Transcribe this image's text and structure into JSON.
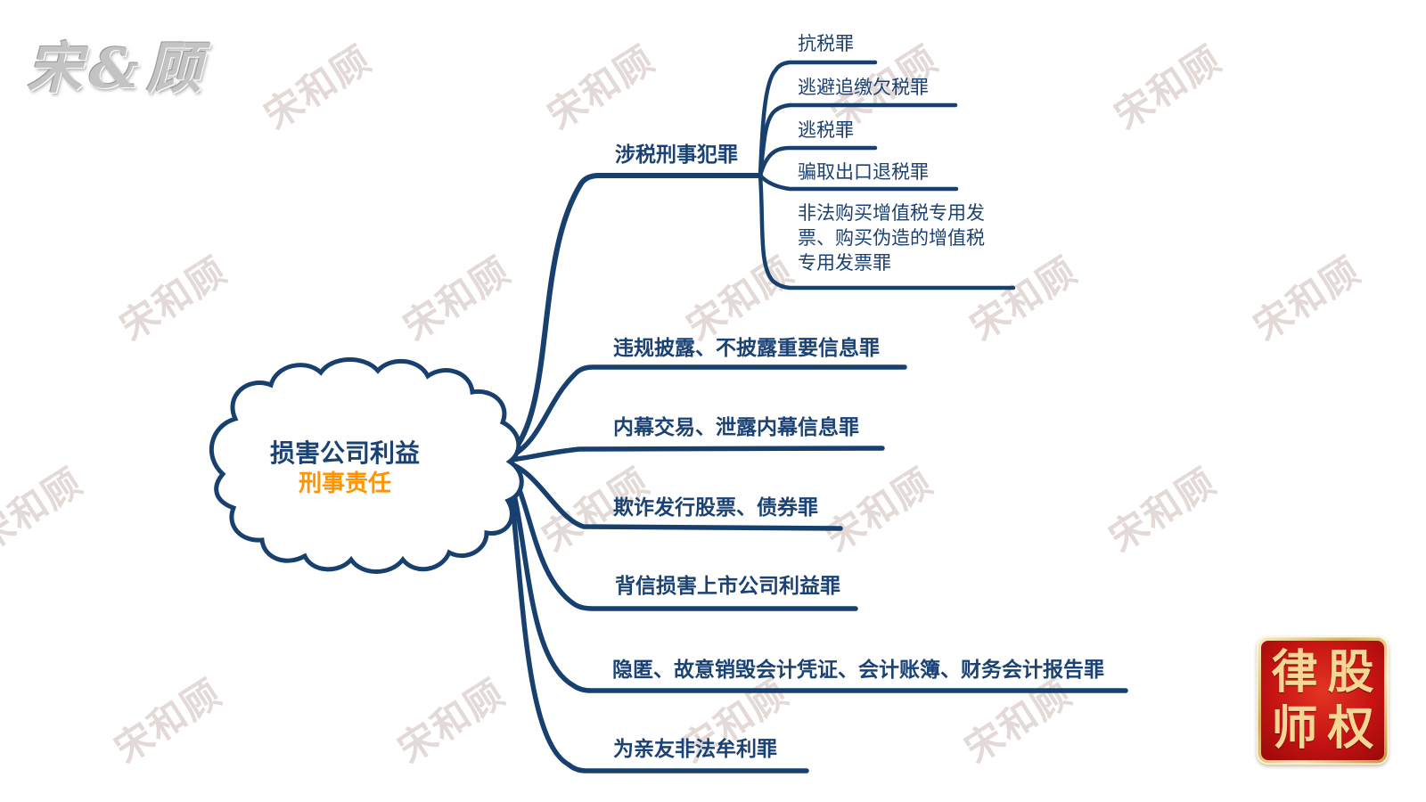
{
  "brand": {
    "logo": "宋&顾",
    "watermark": "宋和顾"
  },
  "root": {
    "title": "损害公司利益",
    "subtitle": "刑事责任"
  },
  "branches": [
    {
      "label": "涉税刑事犯罪",
      "children": [
        "抗税罪",
        "逃避追缴欠税罪",
        "逃税罪",
        "骗取出口退税罪",
        "非法购买增值税专用发票、购买伪造的增值税专用发票罪"
      ]
    },
    {
      "label": "违规披露、不披露重要信息罪"
    },
    {
      "label": "内幕交易、泄露内幕信息罪"
    },
    {
      "label": "欺诈发行股票、债券罪"
    },
    {
      "label": "背信损害上市公司利益罪"
    },
    {
      "label": "隐匿、故意销毁会计凭证、会计账簿、财务会计报告罪"
    },
    {
      "label": "为亲友非法牟利罪"
    }
  ],
  "seal": {
    "chars": [
      "律",
      "股",
      "师",
      "权"
    ]
  },
  "colors": {
    "branch_navy": "#17406e",
    "text_navy": "#1b4274",
    "accent_orange": "#ff9400",
    "seal_red": "#c61313",
    "seal_gold": "#f3d795",
    "watermark_gray": "#cbb8b1"
  }
}
